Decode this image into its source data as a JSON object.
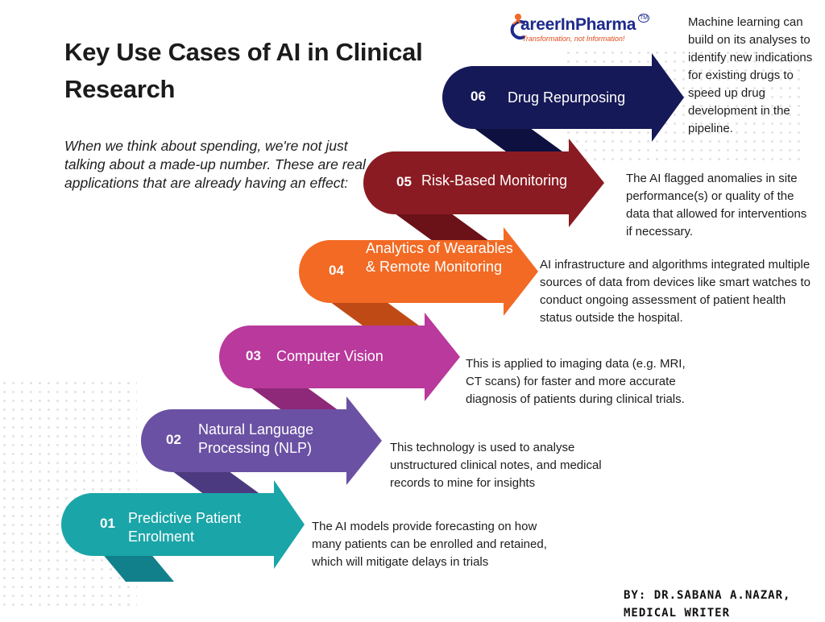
{
  "title": "Key Use Cases of AI in Clinical Research",
  "intro": "When we think about spending, we're not just talking about a made-up number. These are real applications that are already having an effect:",
  "logo": {
    "brand": "areerInPharma",
    "tagline": "Transformation, not Information!",
    "tm": "TM"
  },
  "steps": [
    {
      "num": "01",
      "label": "Predictive Patient Enrolment",
      "color": "#1aa5a8",
      "shadow": "#12808b",
      "description": "The AI models provide forecasting on how many patients can be enrolled and retained, which will mitigate delays in trials"
    },
    {
      "num": "02",
      "label": "Natural Language Processing (NLP)",
      "color": "#6a51a3",
      "shadow": "#4c3a80",
      "description": "This technology is used to analyse unstructured clinical notes, and medical records to mine for insights"
    },
    {
      "num": "03",
      "label": "Computer Vision",
      "color": "#b9399c",
      "shadow": "#8e2878",
      "description": "This is applied to imaging data (e.g. MRI, CT scans) for faster and more accurate diagnosis of patients during clinical trials."
    },
    {
      "num": "04",
      "label": "Analytics of Wearables & Remote Monitoring",
      "color": "#f26a24",
      "shadow": "#c04a15",
      "description": "AI infrastructure and algorithms integrated multiple sources of data from devices like smart watches to conduct ongoing assessment of patient health status outside the hospital."
    },
    {
      "num": "05",
      "label": "Risk-Based Monitoring",
      "color": "#8b1b22",
      "shadow": "#6a1218",
      "description": "The AI flagged anomalies in site performance(s) or quality of the data that allowed for interventions if necessary."
    },
    {
      "num": "06",
      "label": "Drug Repurposing",
      "color": "#161957",
      "shadow": "#0e1040",
      "description": "Machine learning can build on its analyses to identify new indications for existing drugs to speed up drug development in the pipeline."
    }
  ],
  "byline": {
    "line1": "BY: DR.SABANA A.NAZAR,",
    "line2": "MEDICAL WRITER"
  }
}
